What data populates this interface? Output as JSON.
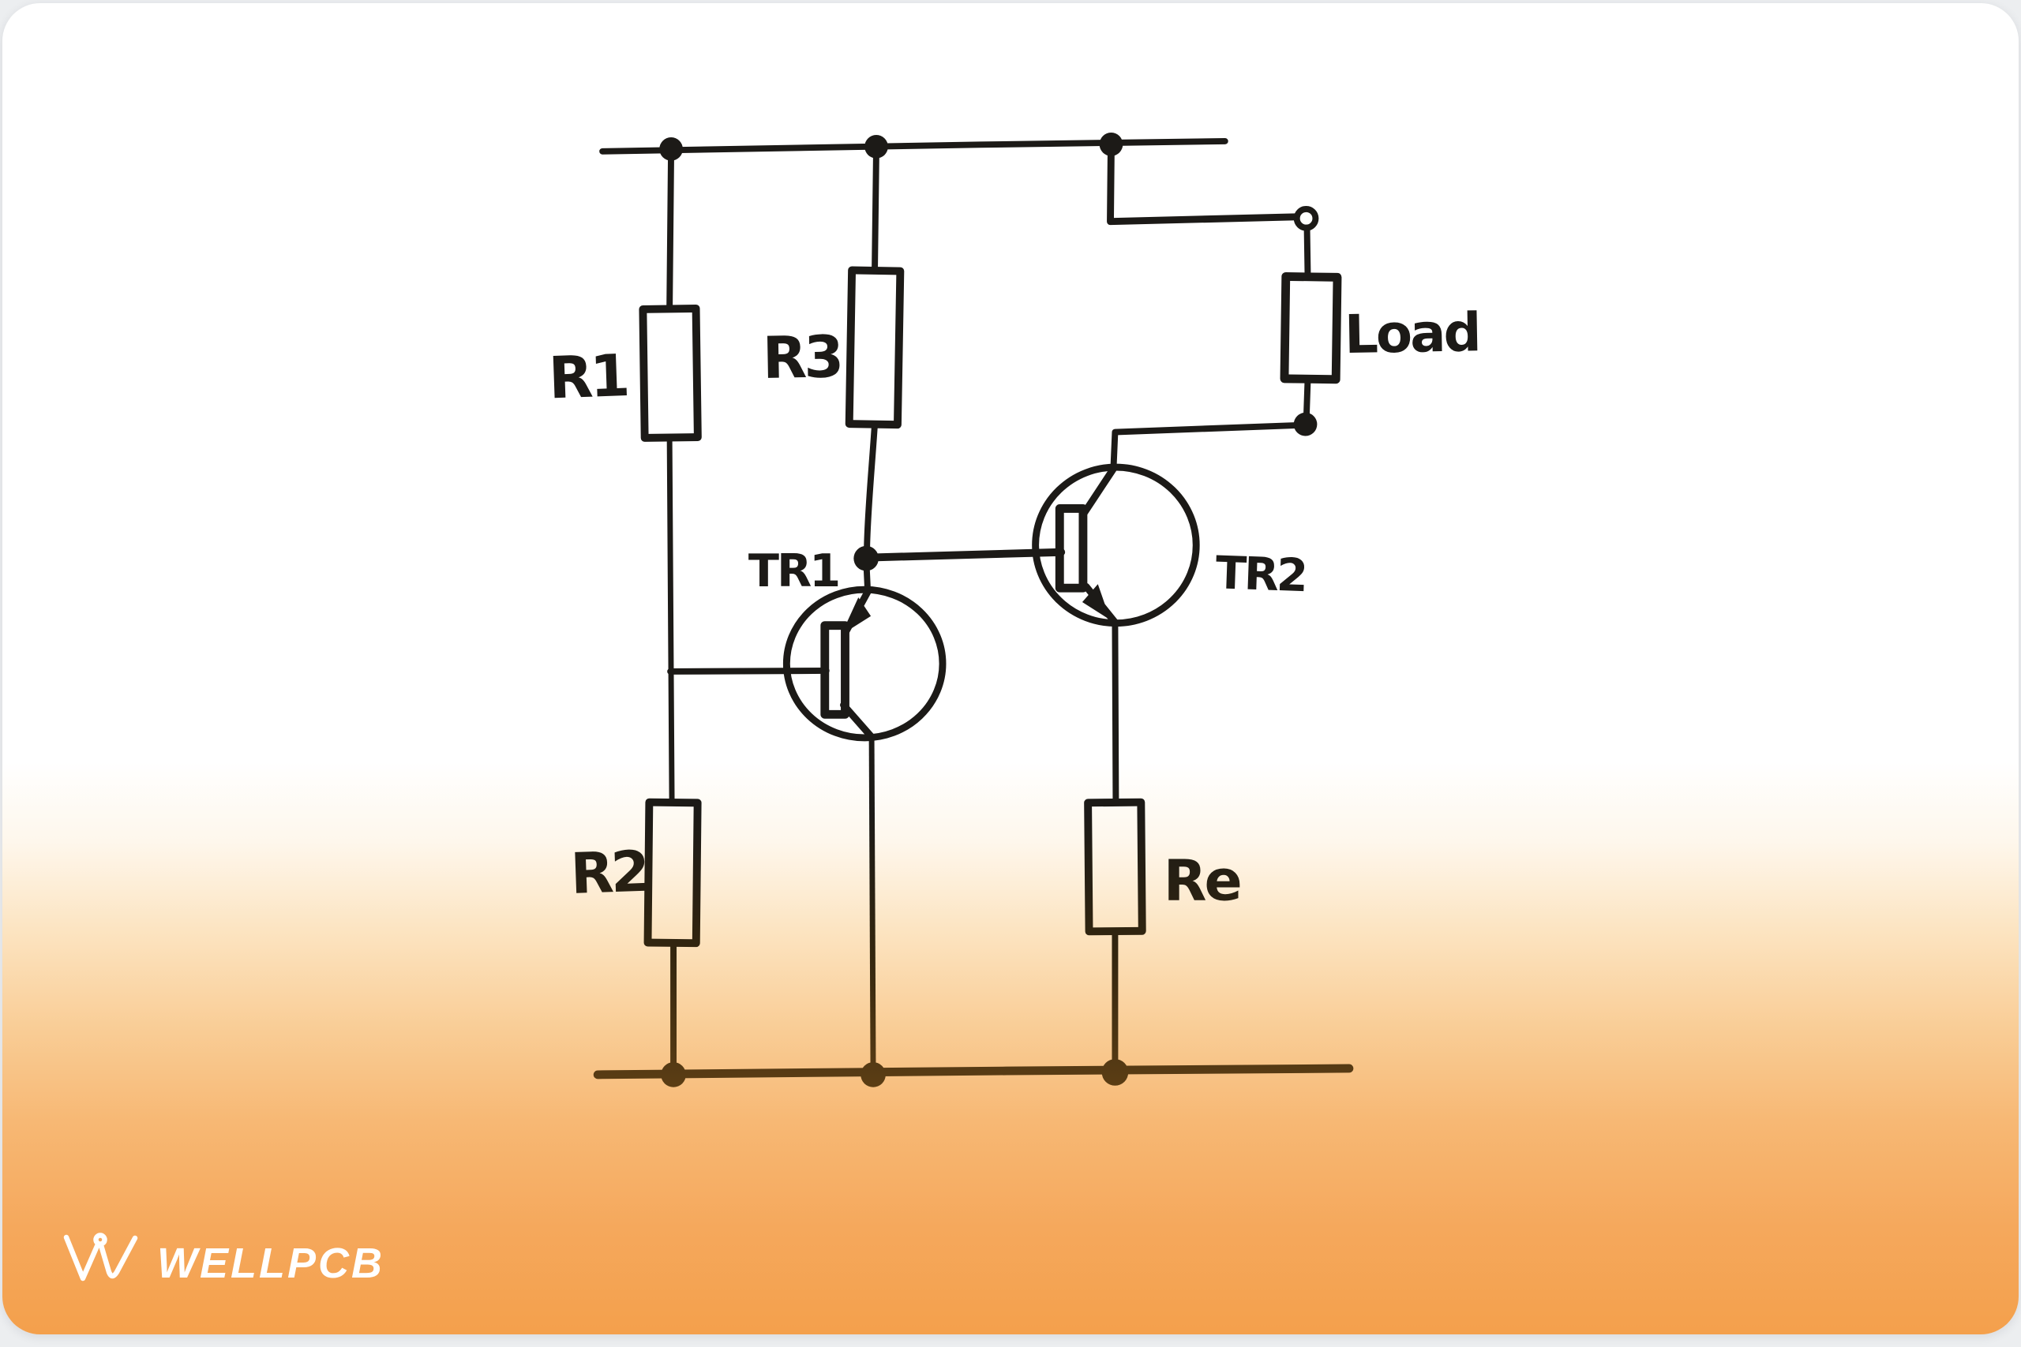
{
  "page": {
    "background_color": "#eceef0",
    "card_color": "#ffffff",
    "accent_orange": "#f4a04c"
  },
  "diagram": {
    "type": "hand-drawn transistor amplifier schematic",
    "labels": {
      "r1": "R1",
      "r3": "R3",
      "r2": "R2",
      "re": "Re",
      "tr1": "TR1",
      "tr2": "TR2",
      "load": "Load"
    },
    "components": [
      "supply-rail",
      "ground-rail",
      "resistor-r1",
      "resistor-r2",
      "resistor-r3",
      "resistor-re",
      "load-resistor",
      "transistor-tr1",
      "transistor-tr2",
      "output-terminal"
    ],
    "ink_top_color": "#1c1a17",
    "ink_bottom_color": "#5e3f15"
  },
  "footer": {
    "logo_icon": "wellpcb-w-logo-icon",
    "logo_text": "WELLPCB",
    "logo_color": "#ffffff"
  }
}
